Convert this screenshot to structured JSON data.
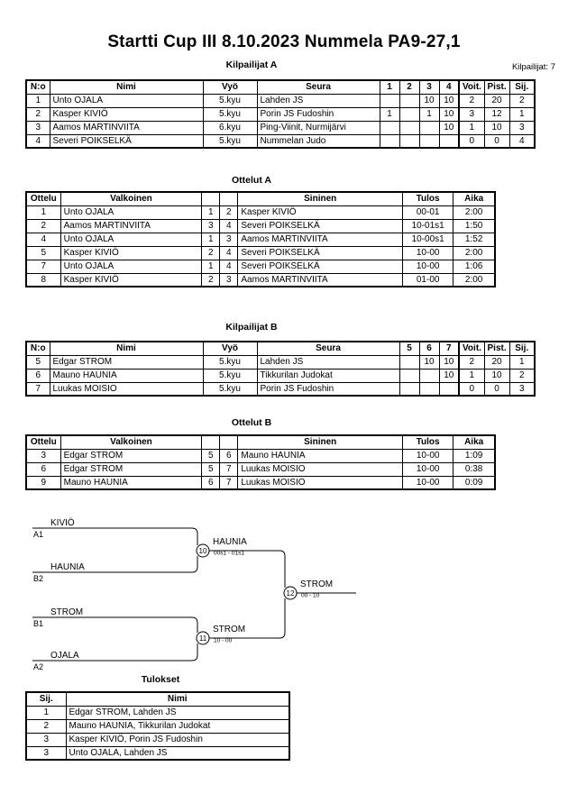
{
  "header": {
    "title": "Startti Cup III  8.10.2023  Nummela   PA9-27,1",
    "entrant_count_label": "Kilpailijat: 7"
  },
  "sections": {
    "competitors_a": "Kilpailijat A",
    "matches_a": "Ottelut A",
    "competitors_b": "Kilpailijat B",
    "matches_b": "Ottelut B",
    "results": "Tulokset"
  },
  "competitors_table": {
    "headers": [
      "N:o",
      "Nimi",
      "Vyö",
      "Seura",
      "Voit.",
      "Pist.",
      "Sij."
    ],
    "pool_a": {
      "opponent_headers": [
        "1",
        "2",
        "3",
        "4"
      ],
      "rows": [
        {
          "no": "1",
          "name": "Unto OJALA",
          "belt": "5.kyu",
          "club": "Lahden JS",
          "scores": [
            "",
            "",
            "10",
            "10"
          ],
          "wins": "2",
          "points": "20",
          "rank": "2"
        },
        {
          "no": "2",
          "name": "Kasper KIVIÖ",
          "belt": "5.kyu",
          "club": "Porin JS Fudoshin",
          "scores": [
            "1",
            "",
            "1",
            "10"
          ],
          "wins": "3",
          "points": "12",
          "rank": "1"
        },
        {
          "no": "3",
          "name": "Aamos MARTINVIITA",
          "belt": "6.kyu",
          "club": "Ping-Viinit, Nurmijärvi",
          "scores": [
            "",
            "",
            "",
            "10"
          ],
          "wins": "1",
          "points": "10",
          "rank": "3"
        },
        {
          "no": "4",
          "name": "Severi POIKSELKÄ",
          "belt": "5.kyu",
          "club": "Nummelan Judo",
          "scores": [
            "",
            "",
            "",
            ""
          ],
          "wins": "0",
          "points": "0",
          "rank": "4"
        }
      ]
    },
    "pool_b": {
      "opponent_headers": [
        "5",
        "6",
        "7"
      ],
      "rows": [
        {
          "no": "5",
          "name": "Edgar STROM",
          "belt": "5.kyu",
          "club": "Lahden JS",
          "scores": [
            "",
            "10",
            "10"
          ],
          "wins": "2",
          "points": "20",
          "rank": "1"
        },
        {
          "no": "6",
          "name": "Mauno HAUNIA",
          "belt": "5.kyu",
          "club": "Tikkurilan Judokat",
          "scores": [
            "",
            "",
            "10"
          ],
          "wins": "1",
          "points": "10",
          "rank": "2"
        },
        {
          "no": "7",
          "name": "Luukas MOISIO",
          "belt": "5.kyu",
          "club": "Porin JS Fudoshin",
          "scores": [
            "",
            "",
            ""
          ],
          "wins": "0",
          "points": "0",
          "rank": "3"
        }
      ]
    }
  },
  "matches_table": {
    "headers": [
      "Ottelu",
      "Valkoinen",
      "Sininen",
      "Tulos",
      "Aika"
    ],
    "pool_a": [
      {
        "match": "1",
        "white": "Unto OJALA",
        "white_no": "1",
        "blue_no": "2",
        "blue": "Kasper KIVIÖ",
        "result": "00-01",
        "time": "2:00"
      },
      {
        "match": "2",
        "white": "Aamos MARTINVIITA",
        "white_no": "3",
        "blue_no": "4",
        "blue": "Severi POIKSELKÄ",
        "result": "10-01s1",
        "time": "1:50"
      },
      {
        "match": "4",
        "white": "Unto OJALA",
        "white_no": "1",
        "blue_no": "3",
        "blue": "Aamos MARTINVIITA",
        "result": "10-00s1",
        "time": "1:52"
      },
      {
        "match": "5",
        "white": "Kasper KIVIÖ",
        "white_no": "2",
        "blue_no": "4",
        "blue": "Severi POIKSELKÄ",
        "result": "10-00",
        "time": "2:00"
      },
      {
        "match": "7",
        "white": "Unto OJALA",
        "white_no": "1",
        "blue_no": "4",
        "blue": "Severi POIKSELKÄ",
        "result": "10-00",
        "time": "1:06"
      },
      {
        "match": "8",
        "white": "Kasper KIVIÖ",
        "white_no": "2",
        "blue_no": "3",
        "blue": "Aamos MARTINVIITA",
        "result": "01-00",
        "time": "2:00"
      }
    ],
    "pool_b": [
      {
        "match": "3",
        "white": "Edgar STROM",
        "white_no": "5",
        "blue_no": "6",
        "blue": "Mauno HAUNIA",
        "result": "10-00",
        "time": "1:09"
      },
      {
        "match": "6",
        "white": "Edgar STROM",
        "white_no": "5",
        "blue_no": "7",
        "blue": "Luukas MOISIO",
        "result": "10-00",
        "time": "0:38"
      },
      {
        "match": "9",
        "white": "Mauno HAUNIA",
        "white_no": "6",
        "blue_no": "7",
        "blue": "Luukas MOISIO",
        "result": "10-00",
        "time": "0:09"
      }
    ]
  },
  "bracket": {
    "semifinals": [
      {
        "number": "10",
        "top_name": "KIVIÖ",
        "top_seed": "A1",
        "bottom_name": "HAUNIA",
        "bottom_seed": "B2",
        "winner": "HAUNIA",
        "score": "00s1 - 01s1"
      },
      {
        "number": "11",
        "top_name": "STROM",
        "top_seed": "B1",
        "bottom_name": "OJALA",
        "bottom_seed": "A2",
        "winner": "STROM",
        "score": "10 - 00"
      }
    ],
    "final": {
      "number": "12",
      "winner": "STROM",
      "score": "00 - 10"
    }
  },
  "results_table": {
    "headers": [
      "Sij.",
      "Nimi"
    ],
    "rows": [
      {
        "rank": "1",
        "name": "Edgar STROM, Lahden JS"
      },
      {
        "rank": "2",
        "name": "Mauno HAUNIA, Tikkurilan Judokat"
      },
      {
        "rank": "3",
        "name": "Kasper KIVIÖ, Porin JS Fudoshin"
      },
      {
        "rank": "3",
        "name": "Unto OJALA, Lahden JS"
      }
    ]
  }
}
